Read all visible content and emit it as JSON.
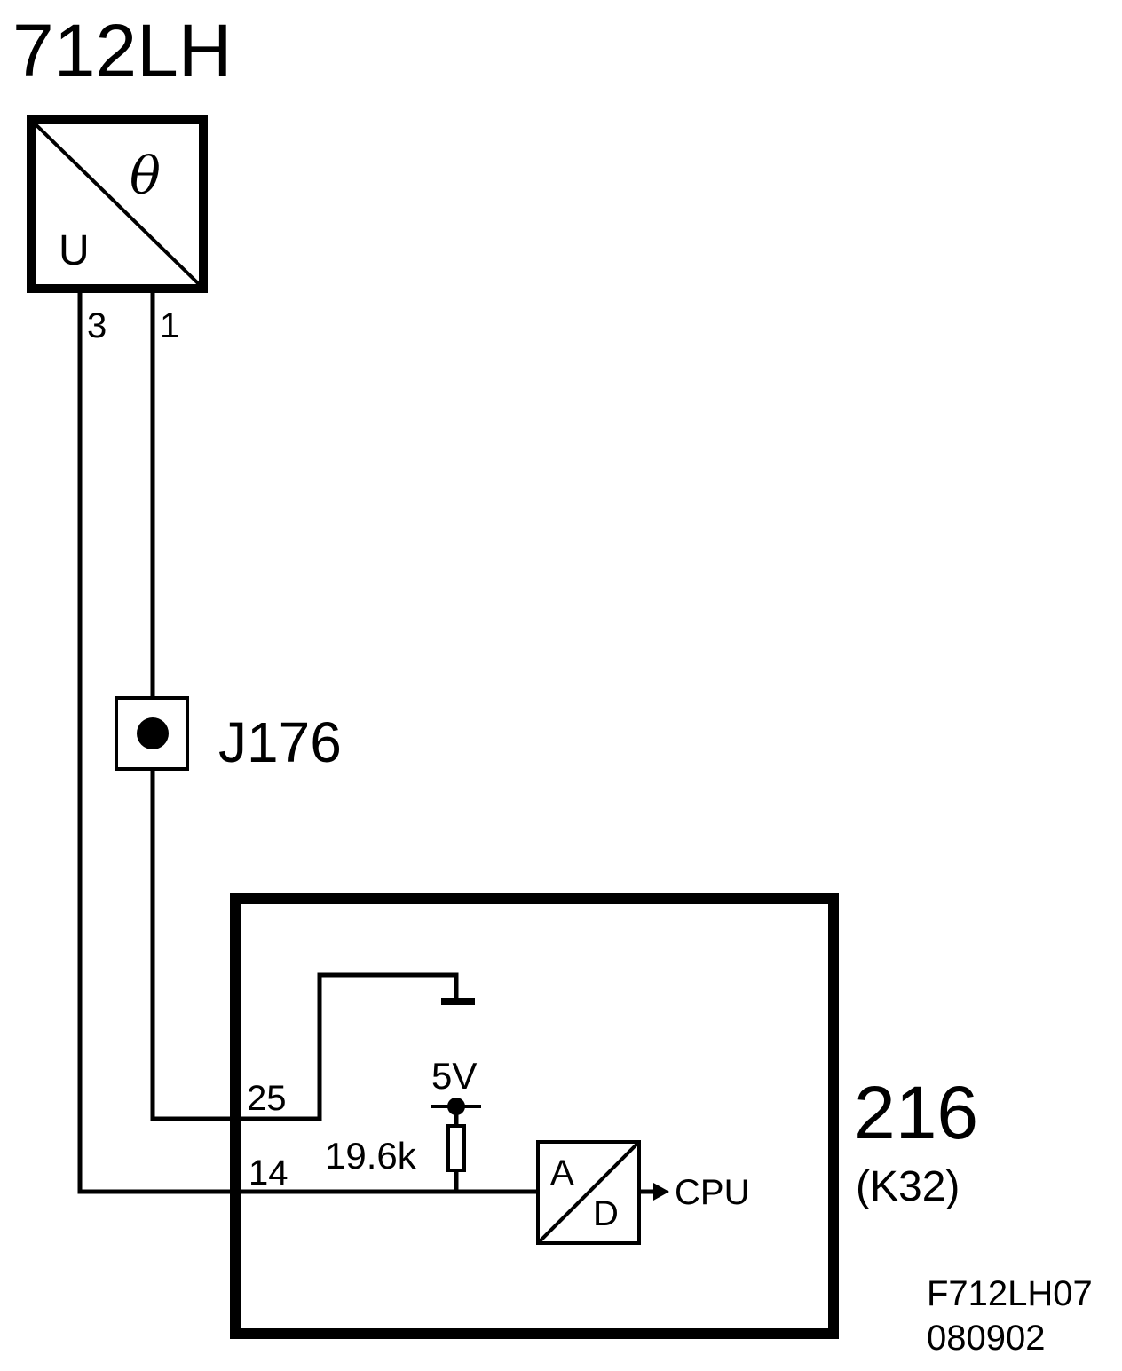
{
  "sensor": {
    "id": "712LH",
    "input_symbol": "θ",
    "output_symbol": "U",
    "pins": [
      "3",
      "1"
    ]
  },
  "junction": {
    "id": "J176"
  },
  "module": {
    "id": "216",
    "sub_id": "(K32)",
    "pins": [
      "25",
      "14"
    ],
    "supply_label": "5V",
    "resistor_label": "19.6k",
    "adc_input": "A",
    "adc_output": "D",
    "output_label": "CPU"
  },
  "figure_ref": {
    "code": "F712LH07",
    "date": "080902"
  }
}
